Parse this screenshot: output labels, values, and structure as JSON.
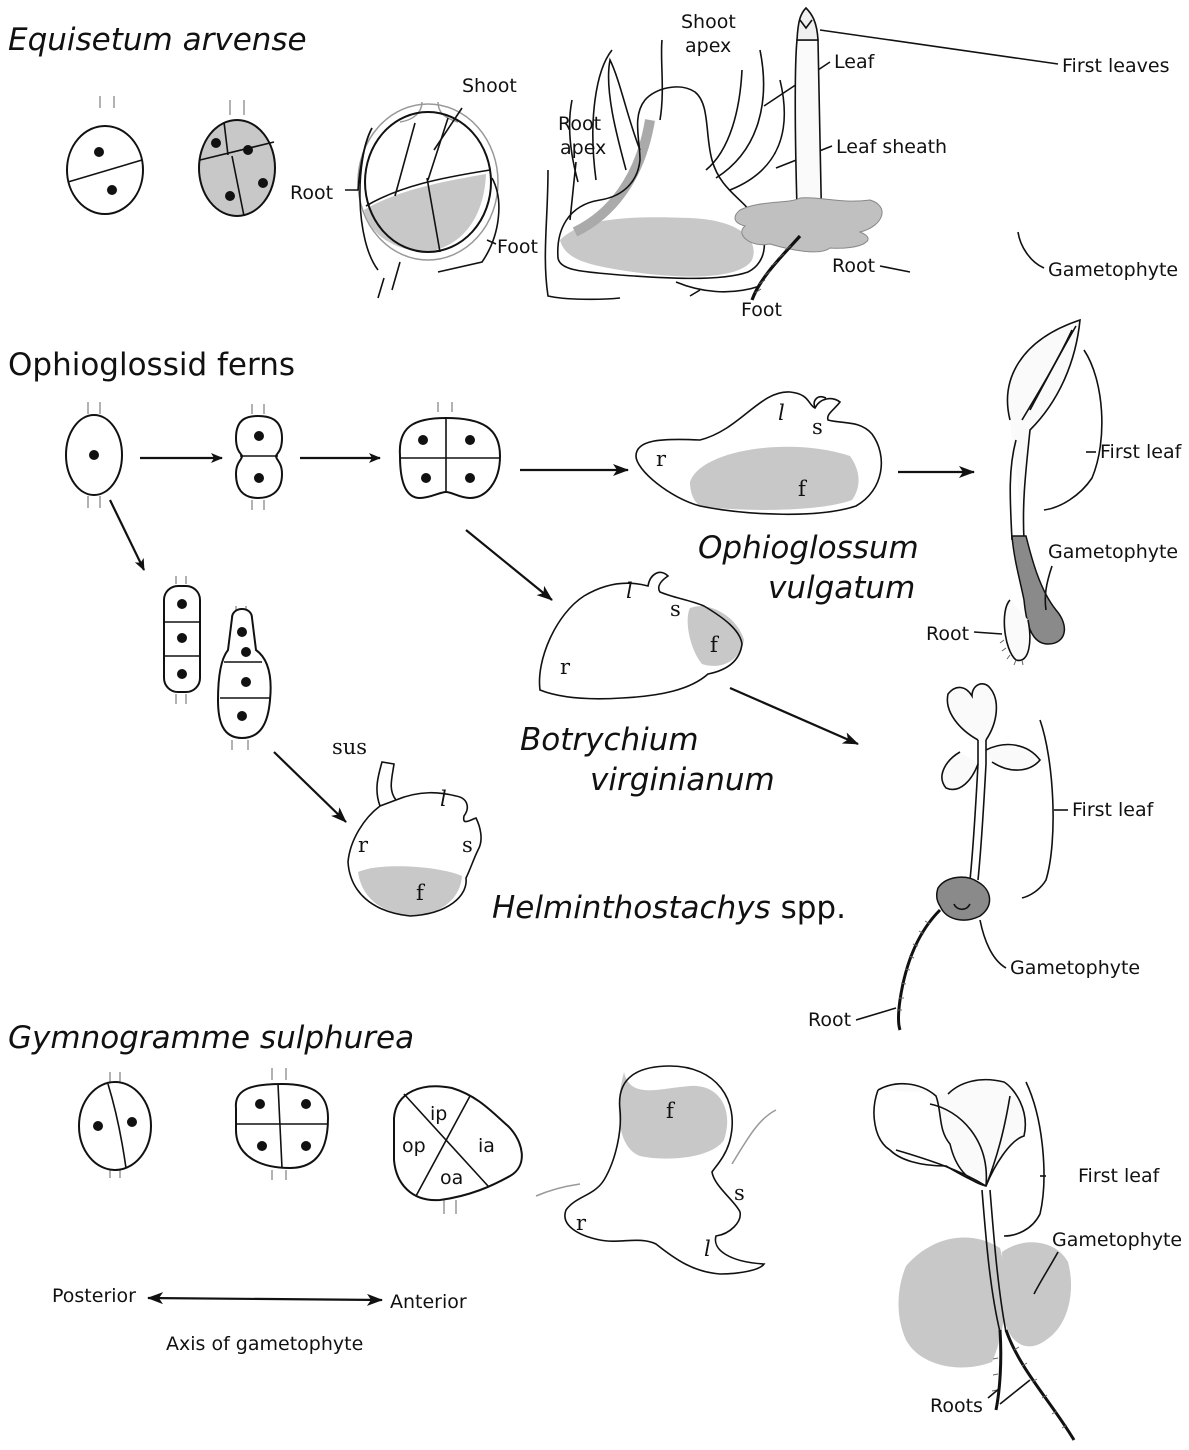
{
  "sections": {
    "equisetum": "Equisetum arvense",
    "ophioglossid": "Ophioglossid ferns",
    "gymnogramme": "Gymnogramme sulphurea"
  },
  "species": {
    "ophioglossum_genus": "Ophioglossum",
    "ophioglossum_epithet": "vulgatum",
    "botrychium_genus": "Botrychium",
    "botrychium_epithet": "virginianum",
    "helminthostachys_genus": "Helminthostachys",
    "helminthostachys_suffix": " spp."
  },
  "labels": {
    "shoot": "Shoot",
    "shoot_apex_1": "Shoot",
    "shoot_apex_2": "apex",
    "leaf": "Leaf",
    "leaf_sheath": "Leaf sheath",
    "root_apex_1": "Root",
    "root_apex_2": "apex",
    "root": "Root",
    "foot": "Foot",
    "first_leaves": "First leaves",
    "gametophyte": "Gametophyte",
    "first_leaf": "First leaf",
    "roots": "Roots",
    "posterior": "Posterior",
    "anterior": "Anterior",
    "axis": "Axis of gametophyte"
  },
  "letters": {
    "l": "l",
    "s": "s",
    "r": "r",
    "f": "f",
    "sus": "sus",
    "ip": "ip",
    "op": "op",
    "ia": "ia",
    "oa": "oa"
  },
  "colors": {
    "line": "#111111",
    "fill_light": "#c8c8c8",
    "fill_dark": "#8a8a8a",
    "background": "#ffffff"
  }
}
